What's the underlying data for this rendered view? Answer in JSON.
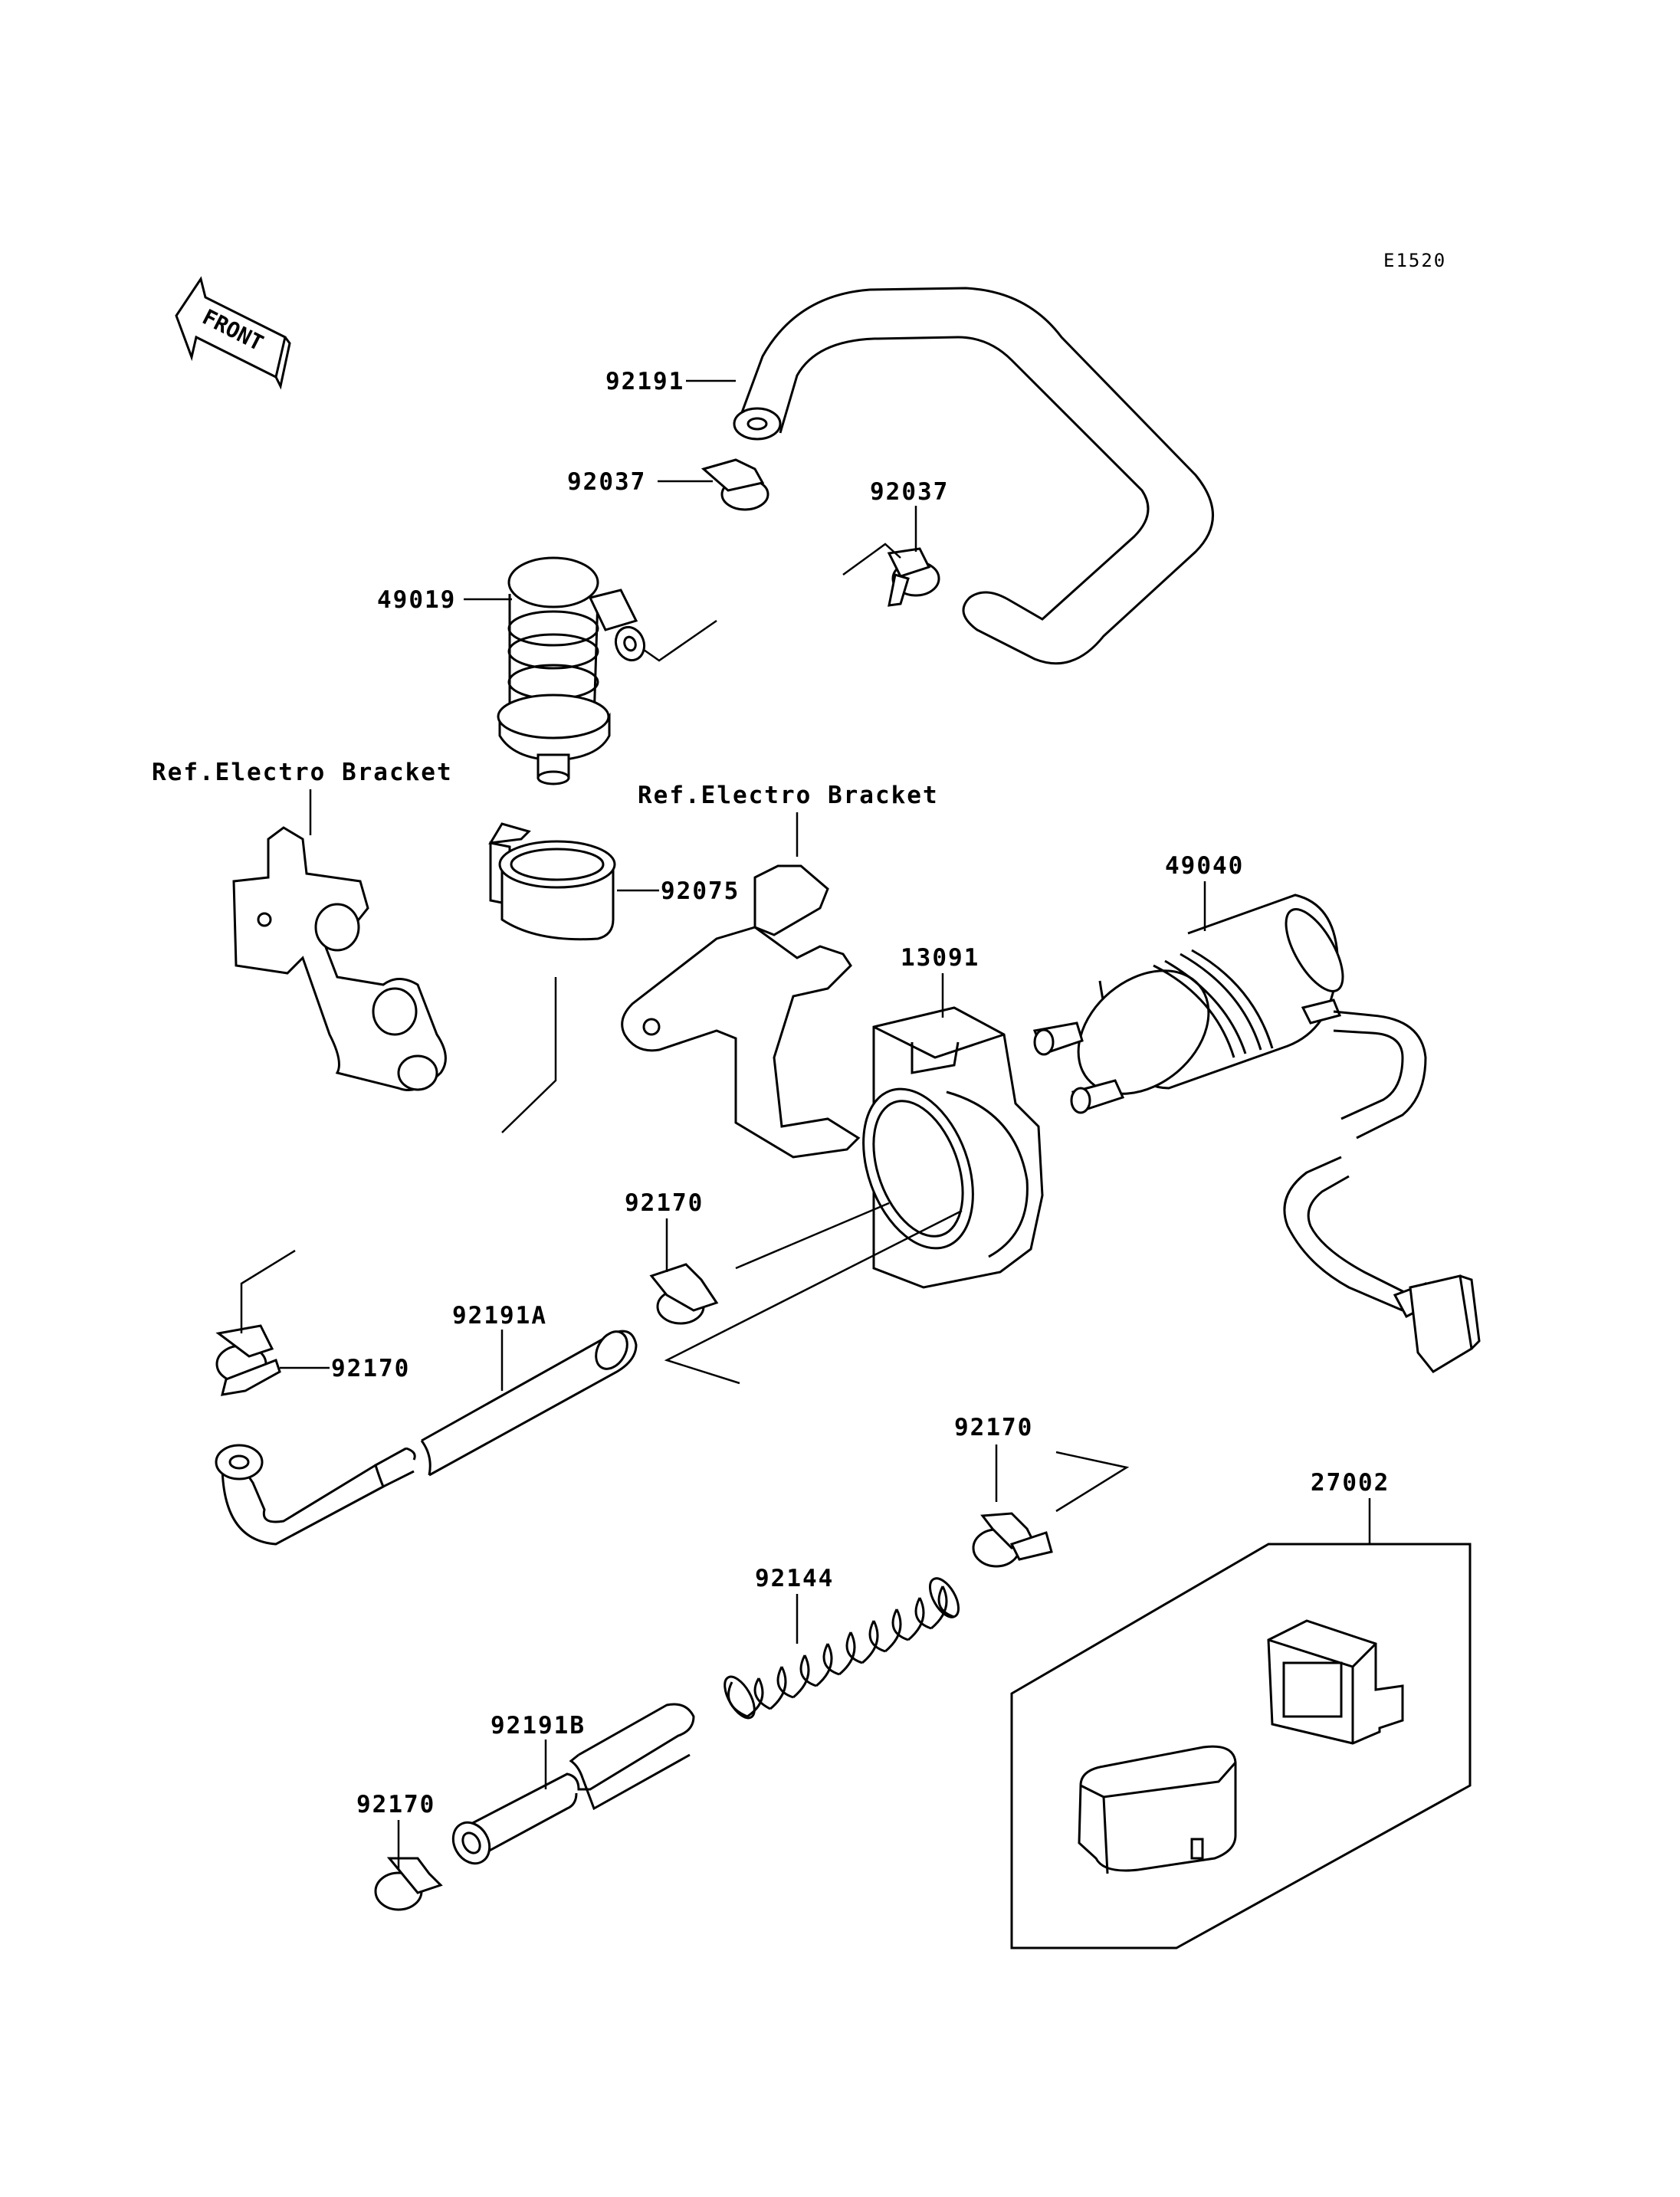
{
  "diagram": {
    "code": "E1520",
    "front_label": "FRONT",
    "labels": {
      "p92191": "92191",
      "p92037_left": "92037",
      "p92037_right": "92037",
      "p49019": "49019",
      "ref_bracket_left": "Ref.Electro Bracket",
      "ref_bracket_right": "Ref.Electro Bracket",
      "p92075": "92075",
      "p49040": "49040",
      "p13091": "13091",
      "p92170_a": "92170",
      "p92170_b": "92170",
      "p92191A": "92191A",
      "p92170_c": "92170",
      "p27002": "27002",
      "p92144": "92144",
      "p92191B": "92191B",
      "p92170_d": "92170"
    }
  }
}
